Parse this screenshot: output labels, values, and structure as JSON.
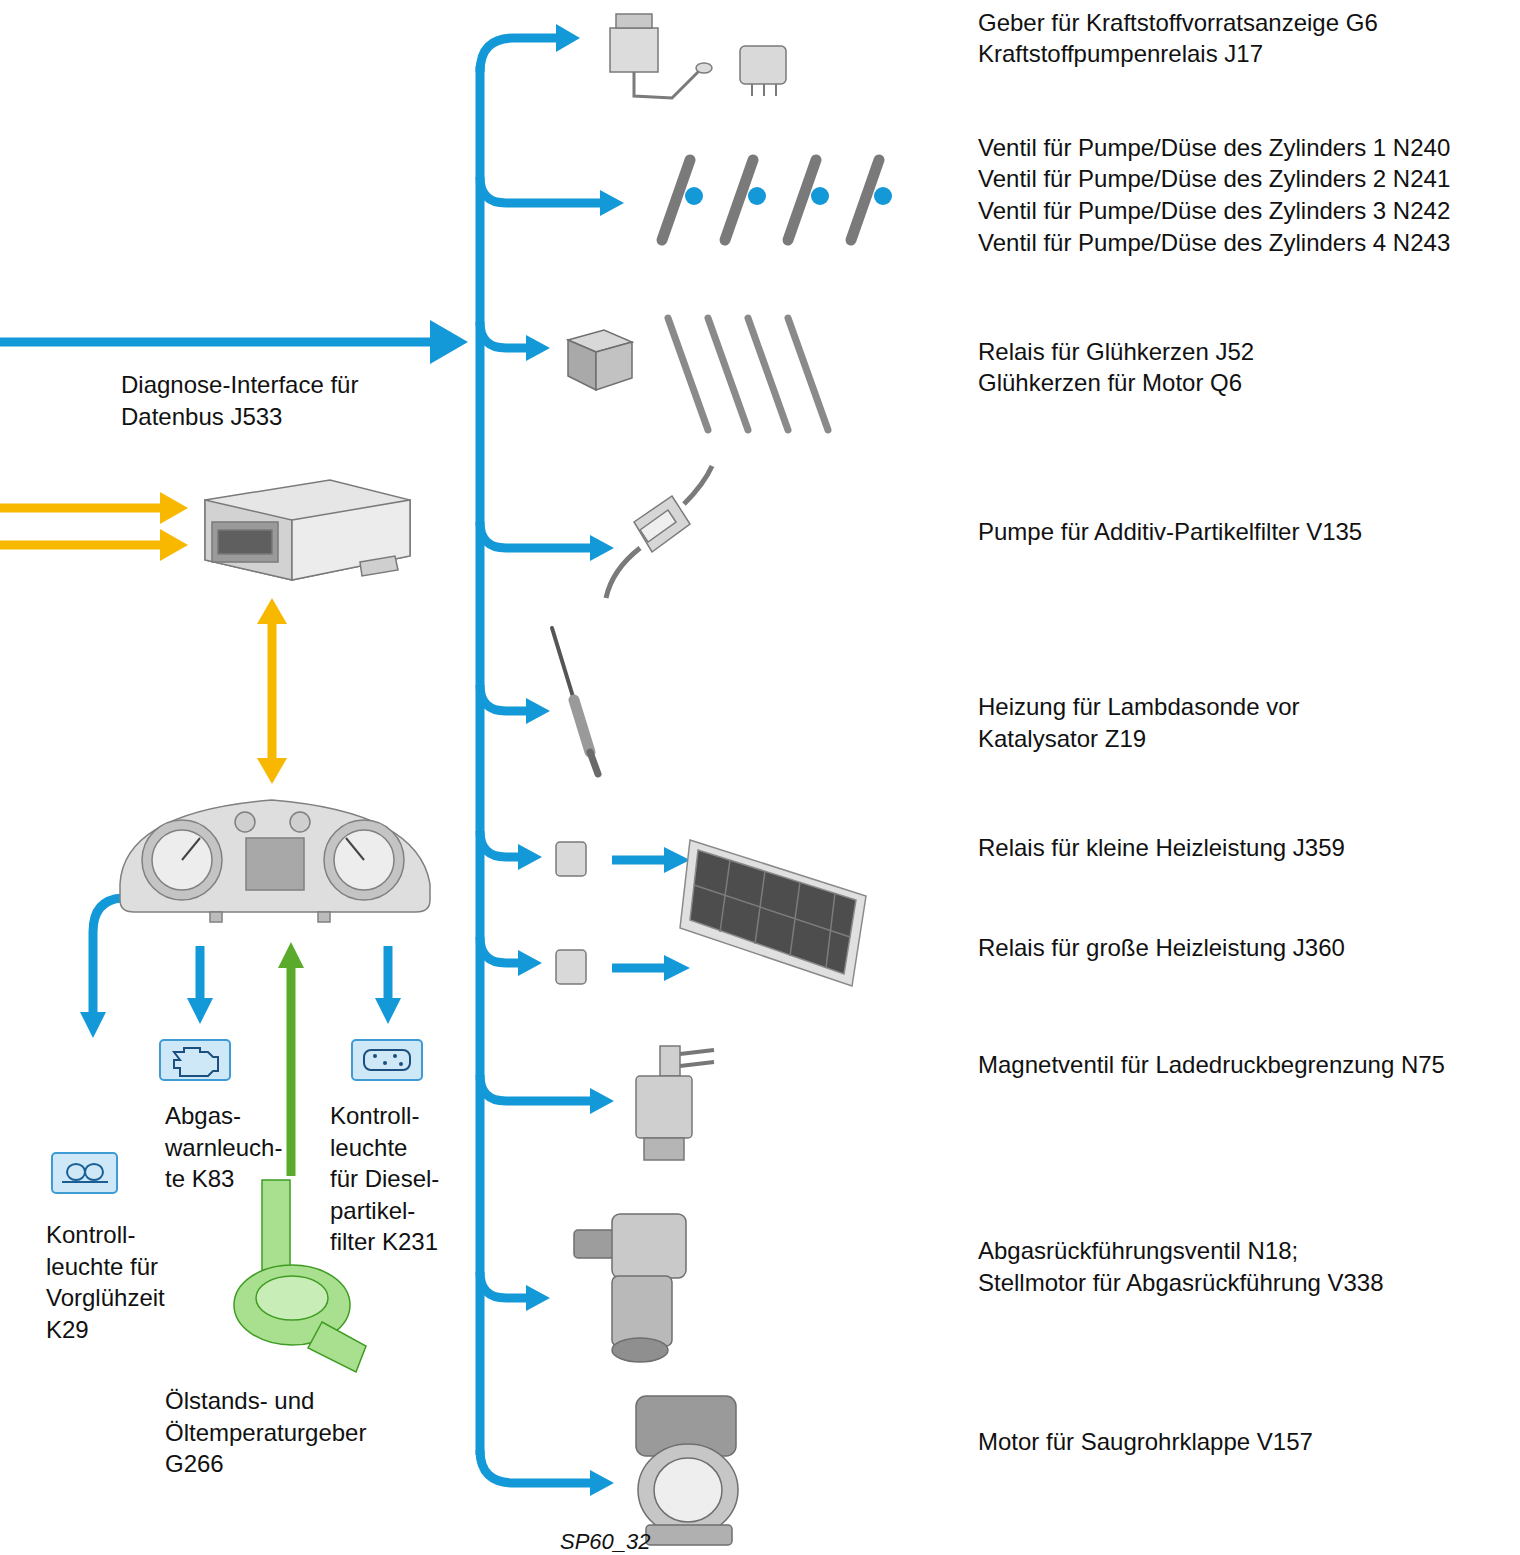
{
  "diagram": {
    "labels": [
      "Geber für Kraftstoffvorratsanzeige G6",
      "Kraftstoffpumpenrelais J17",
      "Ventil für Pumpe/Düse des Zylinders 1 N240",
      "Ventil für Pumpe/Düse des Zylinders 2 N241",
      "Ventil für Pumpe/Düse des Zylinders 3 N242",
      "Ventil für Pumpe/Düse des Zylinders 4 N243",
      "Relais für Glühkerzen J52",
      "Glühkerzen für Motor Q6",
      "Pumpe für Additiv-Partikelfilter V135",
      "Heizung für Lambdasonde vor Katalysator Z19",
      "Relais für kleine Heizleistung J359",
      "Relais für große Heizleistung J360",
      "Magnetventil für Ladedruckbegrenzung N75",
      "Abgasrückführungsventil N18;",
      "Stellmotor für Abgasrückführung V338",
      "Motor für Saugrohrklappe V157",
      "Diagnose-Interface für Datenbus J533",
      "Abgas- warnleuch- te K83",
      "Kontroll- leuchte für Diesel- partikel- filter K231",
      "Kontroll- leuchte für Vorglühzeit K29",
      "Ölstands- und Öltemperaturgeber G266",
      "SP60_32"
    ]
  }
}
